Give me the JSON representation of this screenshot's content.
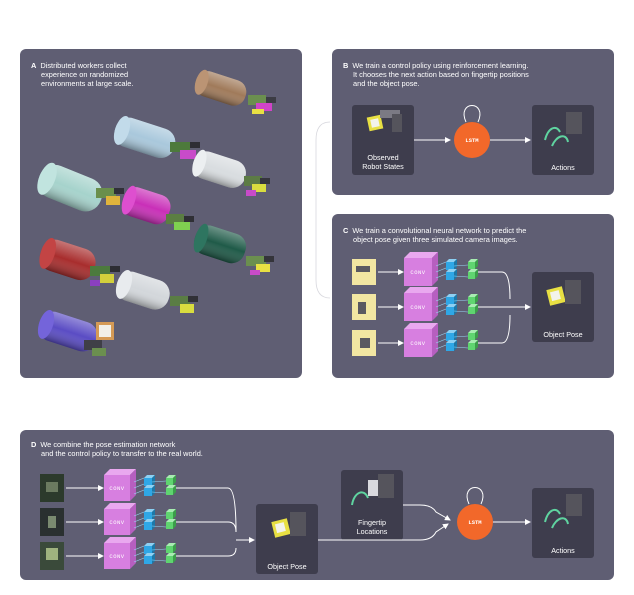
{
  "panels": {
    "a": {
      "letter": "A",
      "lines": [
        "Distributed workers collect",
        "experience on randomized",
        "environments at large scale."
      ]
    },
    "b": {
      "letter": "B",
      "lines": [
        "We train a control policy using reinforcement learning.",
        "It chooses the next action based on fingertip positions",
        "and the object pose."
      ],
      "box_left_lines": [
        "Observed",
        "Robot States"
      ],
      "lstm": "LSTM",
      "box_right": "Actions"
    },
    "c": {
      "letter": "C",
      "lines": [
        "We train a convolutional neural network to predict the",
        "object pose given three simulated camera images."
      ],
      "conv": "CONV",
      "box_right": "Object Pose"
    },
    "d": {
      "letter": "D",
      "lines": [
        "We combine the pose estimation network",
        "and the control policy to transfer to the real world."
      ],
      "conv": "CONV",
      "pose_box": "Object Pose",
      "fingertip_lines": [
        "Fingertip",
        "Locations"
      ],
      "lstm": "LSTM",
      "box_right": "Actions"
    }
  },
  "colors": {
    "panel": "#5f5e73",
    "box": "#3e3d4d",
    "lstm": "#f2682a",
    "conv": "#d77fe0",
    "blue_node": "#2fa7e6",
    "green_node": "#5fd470"
  }
}
